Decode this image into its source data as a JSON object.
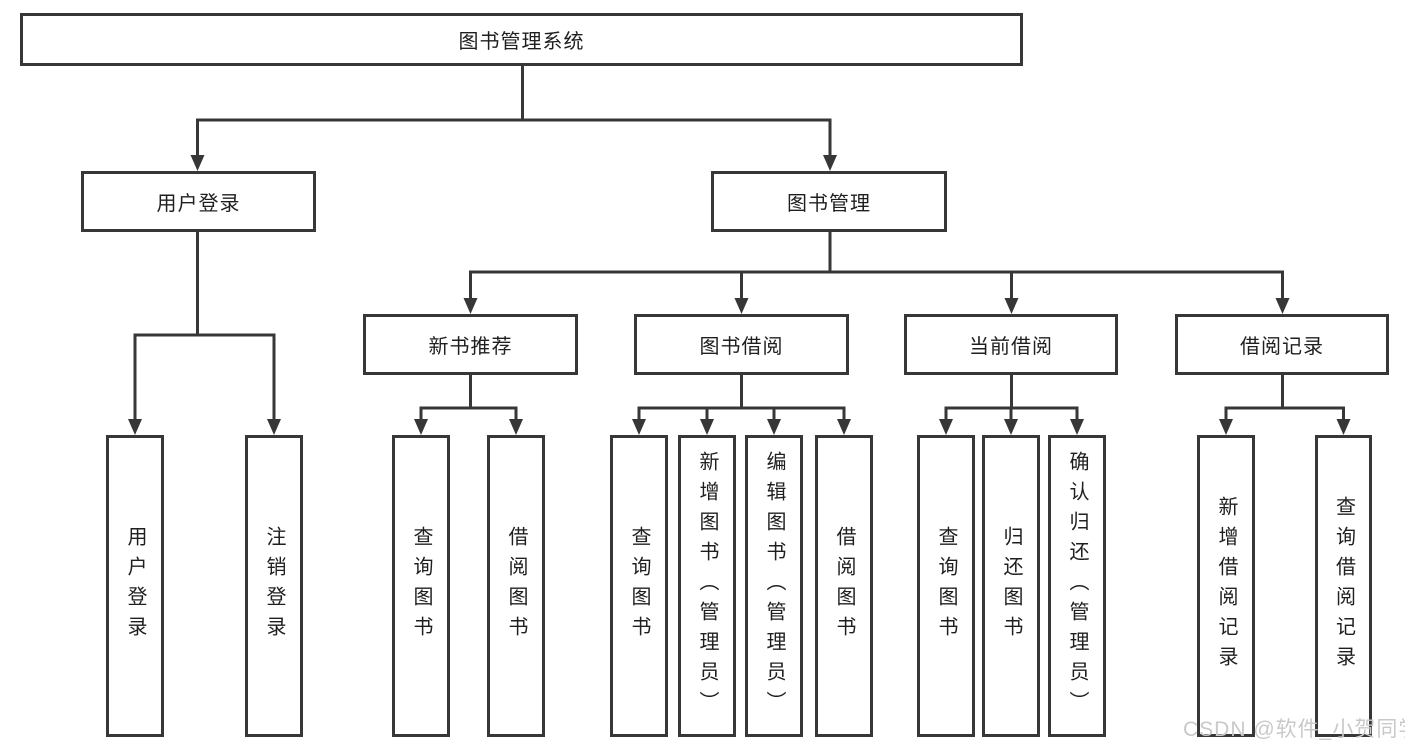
{
  "diagram": {
    "root_label": "图书管理系统",
    "level2": [
      {
        "label": "用户登录"
      },
      {
        "label": "图书管理"
      }
    ],
    "level3": [
      {
        "label": "新书推荐"
      },
      {
        "label": "图书借阅"
      },
      {
        "label": "当前借阅"
      },
      {
        "label": "借阅记录"
      }
    ],
    "leaves": {
      "user_login": [
        {
          "label": "用户登录"
        },
        {
          "label": "注销登录"
        }
      ],
      "new_book": [
        {
          "label": "查询图书"
        },
        {
          "label": "借阅图书"
        }
      ],
      "book_borrow": [
        {
          "label": "查询图书"
        },
        {
          "label": "新增图书（管理员）"
        },
        {
          "label": "编辑图书（管理员）"
        },
        {
          "label": "借阅图书"
        }
      ],
      "current_borrow": [
        {
          "label": "查询图书"
        },
        {
          "label": "归还图书"
        },
        {
          "label": "确认归还（管理员）"
        }
      ],
      "borrow_records": [
        {
          "label": "新增借阅记录"
        },
        {
          "label": "查询借阅记录"
        }
      ]
    }
  },
  "watermark": "CSDN @软件_小贺同学",
  "colors": {
    "line": "#373737",
    "text": "#1f1f1f",
    "background": "#ffffff",
    "watermark": "#c9c9c9"
  }
}
